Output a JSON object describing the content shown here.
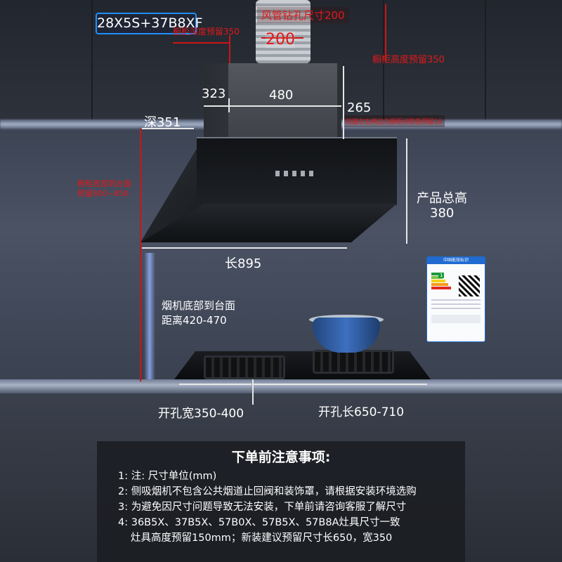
{
  "model": "28X5S+37B8XF",
  "annotations": {
    "duct_hole": "风管钻孔尺寸200",
    "duct_width": "200",
    "cabinet_depth": "橱柜深度预留350",
    "cabinet_height": "橱柜高度预留350",
    "side_gap": "机器左右两边与橱柜间隙各预留10",
    "cabinet_bottom_line1": "橱柜底部到台面",
    "cabinet_bottom_line2": "预留800~850",
    "dim_323": "323",
    "dim_480": "480",
    "dim_265": "265",
    "depth": "深351",
    "product_height_label": "产品总高",
    "product_height_value": "380",
    "length": "长895",
    "hood_to_counter_line1": "烟机底部到台面",
    "hood_to_counter_line2": "距离420-470",
    "cutout_width": "开孔宽350-400",
    "cutout_length": "开孔长650-710"
  },
  "energy_label": {
    "title": "中国能效标识",
    "grade": "1"
  },
  "notice": {
    "title": "下单前注意事项:",
    "lines": [
      "1: 注: 尺寸单位(mm)",
      "2: 侧吸烟机不包含公共烟道止回阀和装饰罩，请根据安装环境选购",
      "3: 为避免因尺寸问题导致无法安装，下单前请咨询客服了解尺寸",
      "4: 36B5X、37B5X、57B0X、57B5X、57B8A灶具尺寸一致",
      "灶具高度预留150mm；新装建议预留尺寸长650，宽350"
    ]
  },
  "colors": {
    "accent_blue": "#1e8fff",
    "annotation_red": "#e11919",
    "energy_label_blue": "#1f6bd1"
  }
}
